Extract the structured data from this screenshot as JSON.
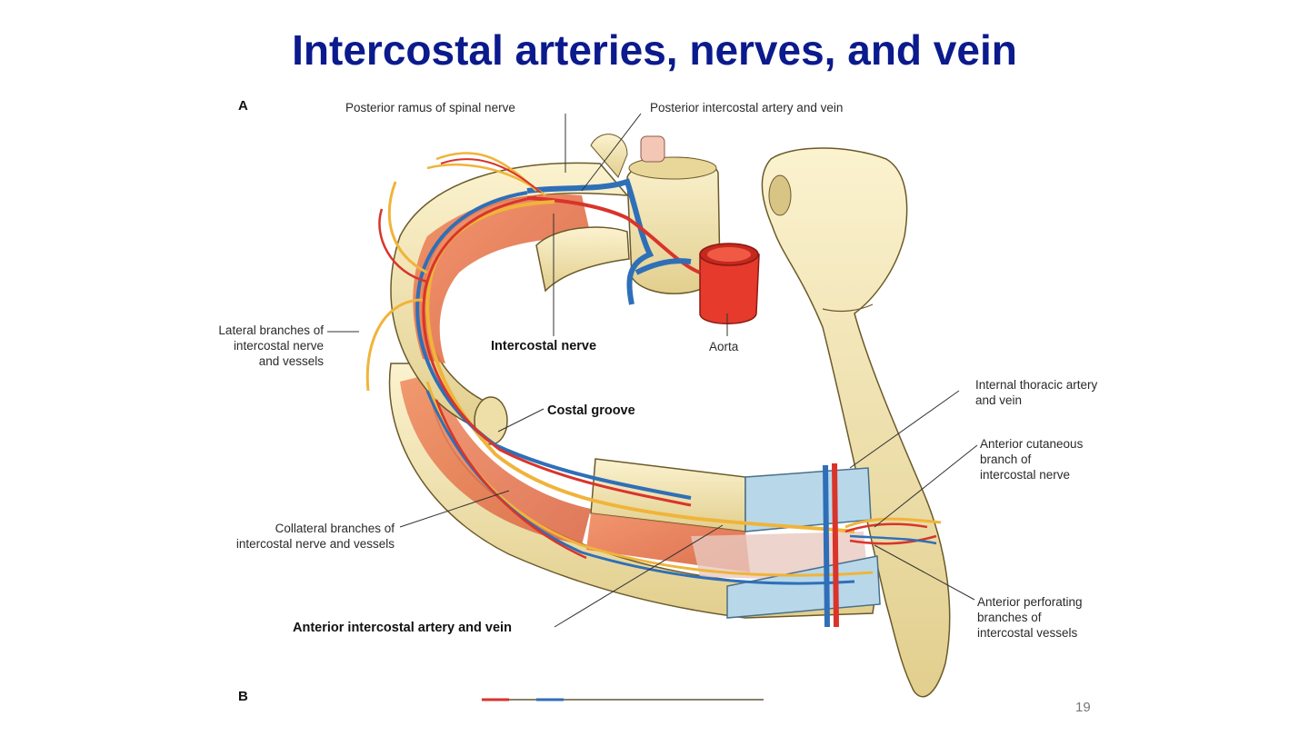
{
  "slide": {
    "title": "Intercostal arteries, nerves, and vein",
    "page_number": "19"
  },
  "figure": {
    "panel_a": "A",
    "panel_b": "B",
    "labels": {
      "posterior_ramus": "Posterior ramus of spinal nerve",
      "posterior_intercostal": "Posterior intercostal artery and vein",
      "lateral_branches": "Lateral branches of\nintercostal nerve\nand vessels",
      "intercostal_nerve": "Intercostal nerve",
      "aorta": "Aorta",
      "costal_groove": "Costal groove",
      "internal_thoracic": "Internal thoracic artery\nand vein",
      "anterior_cutaneous": "Anterior cutaneous\nbranch of\nintercostal nerve",
      "collateral_branches": "Collateral branches of\nintercostal nerve and vessels",
      "anterior_intercostal": "Anterior intercostal artery and vein",
      "anterior_perforating": "Anterior perforating\nbranches of\nintercostal vessels"
    },
    "colors": {
      "title": "#0b1a8c",
      "bone": "#f3e6b4",
      "cartilage": "#b8d8ea",
      "muscle": "#e8764f",
      "artery": "#d9342b",
      "vein": "#2f6fb8",
      "nerve": "#f0b43a"
    }
  }
}
